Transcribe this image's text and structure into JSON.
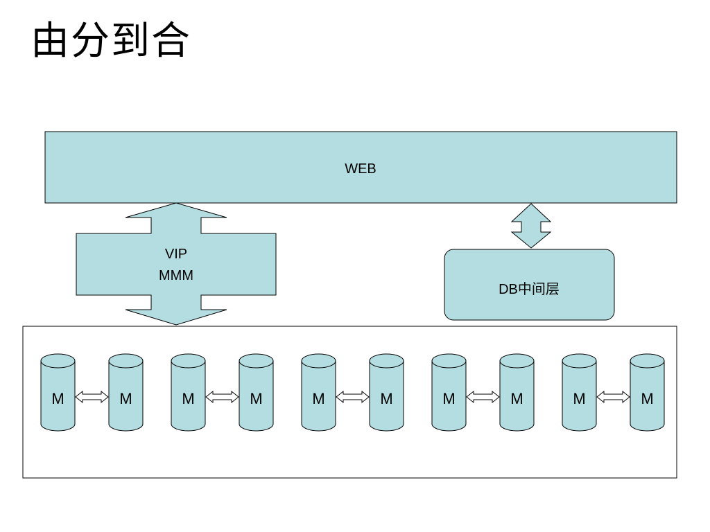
{
  "title": "由分到合",
  "colors": {
    "fill": "#b4dde1",
    "stroke": "#000000",
    "background": "#ffffff"
  },
  "web": {
    "label": "WEB"
  },
  "vip": {
    "line1": "VIP",
    "line2": "MMM"
  },
  "db_middleware": {
    "label": "DB中间层"
  },
  "mysql_pairs": [
    {
      "left": "M",
      "right": "M"
    },
    {
      "left": "M",
      "right": "M"
    },
    {
      "left": "M",
      "right": "M"
    },
    {
      "left": "M",
      "right": "M"
    },
    {
      "left": "M",
      "right": "M"
    }
  ]
}
